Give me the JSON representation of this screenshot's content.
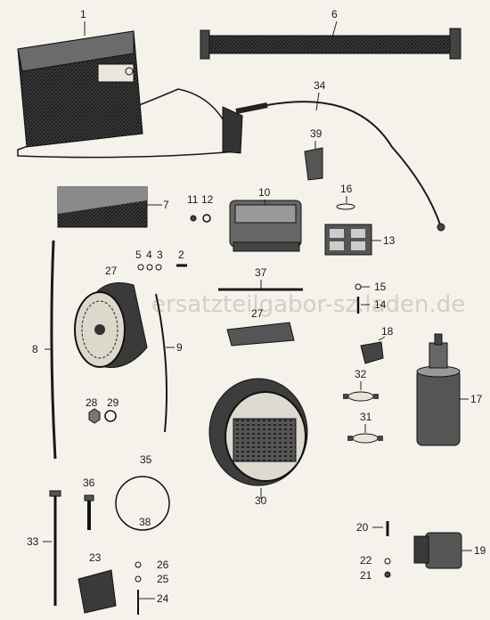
{
  "watermark": "ersatzteilgabor-sz.laden.de",
  "labels": [
    "1",
    "6",
    "34",
    "39",
    "7",
    "11",
    "12",
    "10",
    "16",
    "13",
    "5",
    "4",
    "3",
    "2",
    "27",
    "37",
    "15",
    "14",
    "8",
    "9",
    "27",
    "18",
    "28",
    "29",
    "32",
    "17",
    "31",
    "30",
    "36",
    "35",
    "38",
    "33",
    "23",
    "26",
    "25",
    "24",
    "20",
    "19",
    "22",
    "21"
  ]
}
